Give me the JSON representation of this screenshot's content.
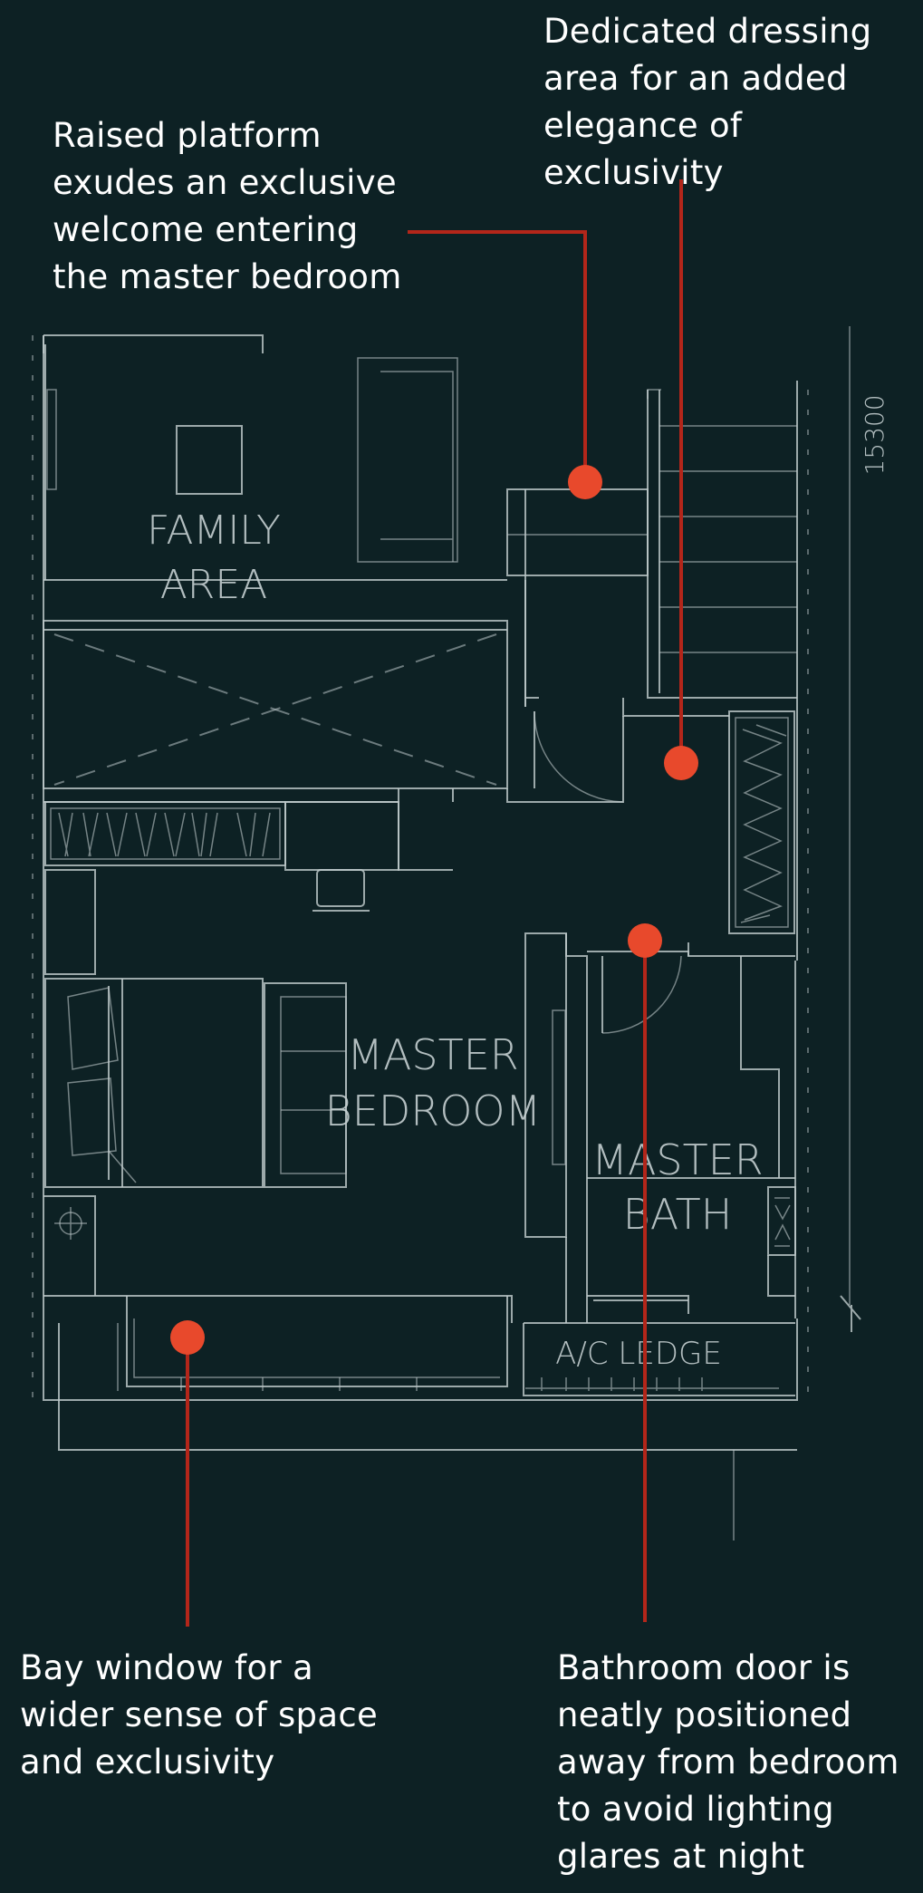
{
  "callouts": {
    "raised_platform": "Raised platform\nexudes an exclusive\nwelcome entering\nthe master bedroom",
    "dressing_area": "Dedicated dressing\narea for an added\nelegance of exclusivity",
    "bay_window": "Bay window for a\nwider sense of space\nand exclusivity",
    "bathroom_door": "Bathroom door is\nneatly positioned\naway from bedroom\nto avoid lighting\nglares at night"
  },
  "rooms": {
    "family_area_1": "FAMILY",
    "family_area_2": "AREA",
    "master_bedroom_1": "MASTER",
    "master_bedroom_2": "BEDROOM",
    "master_bath_1": "MASTER",
    "master_bath_2": "BATH",
    "ac_ledge": "A/C LEDGE"
  },
  "dimension": "15300",
  "colors": {
    "background": "#0d2124",
    "linework": "#bcc7c8",
    "leader": "#b3261a",
    "marker": "#e8492c"
  }
}
